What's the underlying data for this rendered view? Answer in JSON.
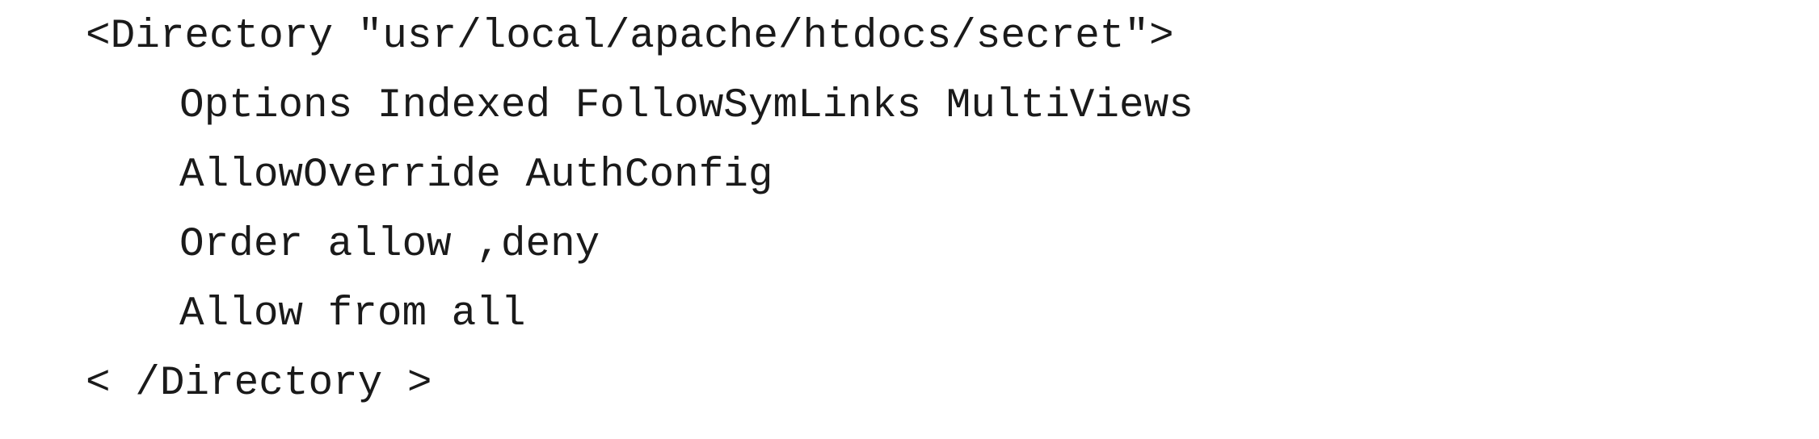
{
  "code_lines": [
    "<Directory \"usr/local/apache/htdocs/secret\">",
    "Options Indexed FollowSymLinks MultiViews",
    "AllowOverride AuthConfig",
    "Order allow ,deny",
    "Allow from all",
    "< /Directory >"
  ]
}
